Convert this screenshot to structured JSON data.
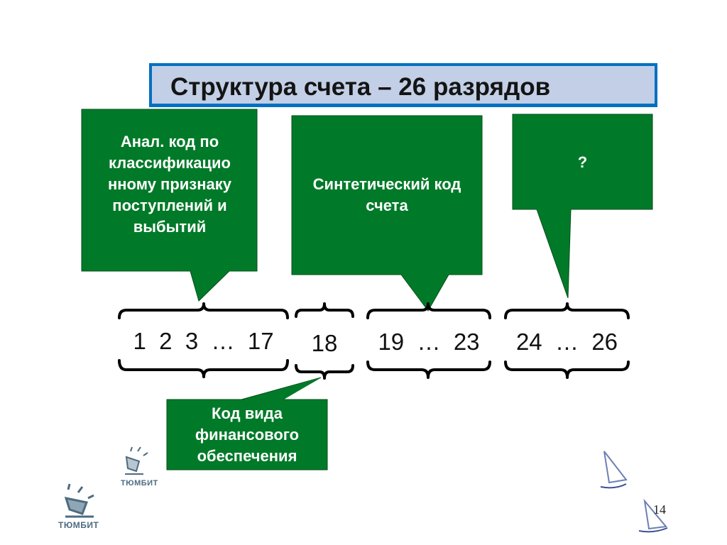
{
  "title": "Структура счета – 26  разрядов",
  "callouts": {
    "analytic": "Анал. код  по классификацио нному признаку поступлений и выбытий",
    "synthetic": "Синтетический код счета",
    "unknown": "?",
    "finance": "Код вида финансового обеспечения"
  },
  "groups": {
    "g1": "1  2  3  …  17",
    "g2": "18",
    "g3": "19  …  23",
    "g4": "24  …  26"
  },
  "logos": {
    "tyumbit_small": "ТЮМБИТ",
    "tyumbit_large": "ТЮМБИТ"
  },
  "page_number": "14",
  "colors": {
    "callout_fill": "#007a28",
    "title_border": "#0070c0",
    "title_fill": "#c2cfe6"
  }
}
